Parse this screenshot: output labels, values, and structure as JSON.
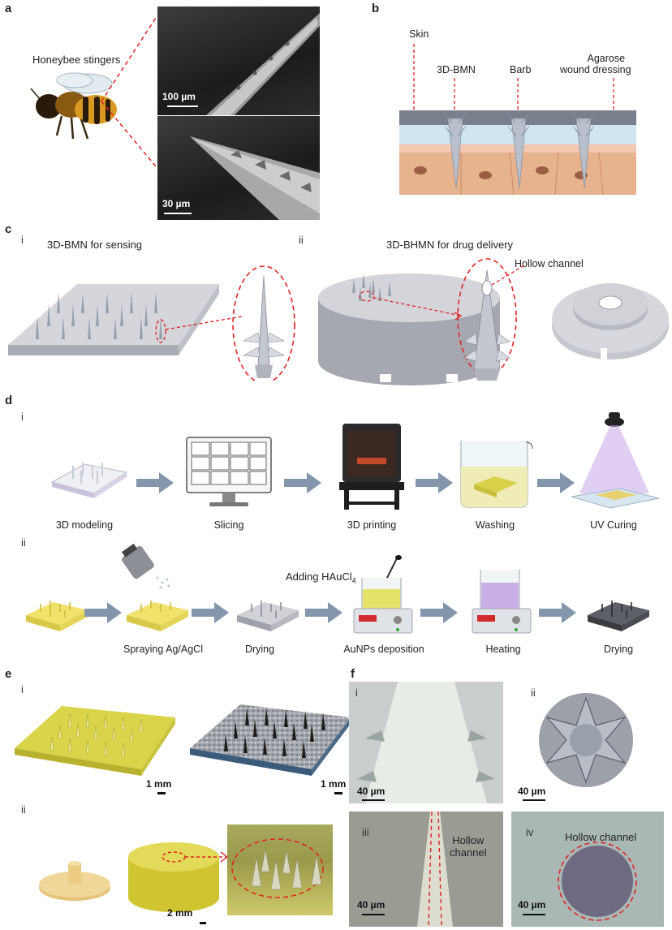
{
  "panels": {
    "a": "a",
    "b": "b",
    "c": "c",
    "d": "d",
    "e": "e",
    "f": "f"
  },
  "panel_a": {
    "label": "Honeybee stingers",
    "scale_top": "100 µm",
    "scale_bottom": "30 µm"
  },
  "panel_b": {
    "skin": "Skin",
    "bmn": "3D-BMN",
    "barb": "Barb",
    "dressing_line1": "Agarose",
    "dressing_line2": "wound dressing"
  },
  "panel_c": {
    "sub_i": "i",
    "sub_ii": "ii",
    "title_i": "3D-BMN  for sensing",
    "title_ii": "3D-BHMN for drug delivery",
    "hollow": "Hollow channel"
  },
  "panel_d": {
    "sub_i": "i",
    "sub_ii": "ii",
    "steps_i": [
      "3D modeling",
      "Slicing",
      "3D printing",
      "Washing",
      "UV Curing"
    ],
    "steps_ii": [
      "Spraying Ag/AgCl",
      "Drying",
      "AuNPs deposition",
      "Heating",
      "Drying"
    ],
    "adding_prefix": "Adding HAuCl",
    "adding_sub": "4"
  },
  "panel_e": {
    "sub_i": "i",
    "sub_ii": "ii",
    "scale_1": "1 mm",
    "scale_2": "1 mm",
    "scale_3": "2 mm"
  },
  "panel_f": {
    "sub_i": "i",
    "sub_ii": "ii",
    "sub_iii": "iii",
    "sub_iv": "iv",
    "scale_i": "40 µm",
    "scale_ii": "40 µm",
    "scale_iii": "40 µm",
    "scale_iv": "40 µm",
    "hollow_iii_line1": "Hollow",
    "hollow_iii_line2": "channel",
    "hollow_iv": "Hollow channel"
  },
  "colors": {
    "dashed": "#e02424",
    "arrow": "#8496ac",
    "resin": "#d9d44a",
    "skin": "#e7b38f"
  }
}
